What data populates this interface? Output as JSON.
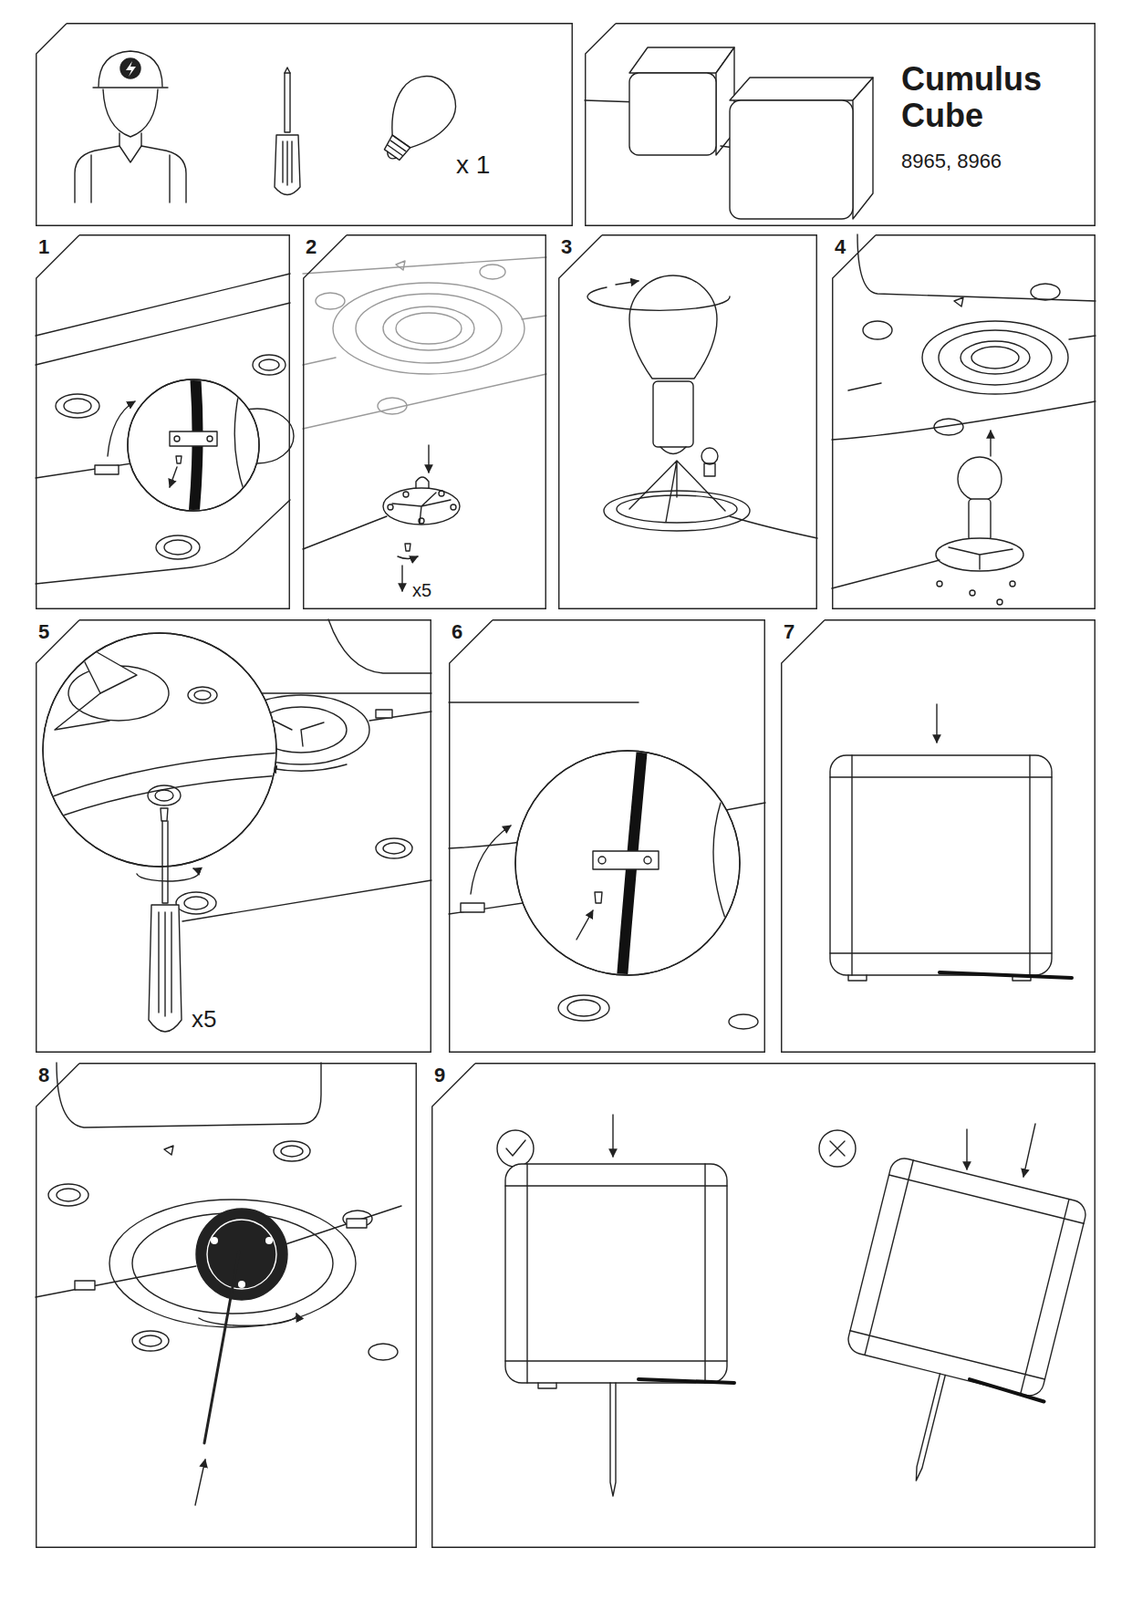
{
  "diagram": {
    "nodes": [
      {
        "text": [
          "x 1"
        ]
      },
      {
        "text": [
          "Cumulus Cube",
          "8965, 8966"
        ]
      },
      {
        "text": [
          "1"
        ]
      },
      {
        "text": [
          "2",
          "x5"
        ]
      },
      {
        "text": [
          "3"
        ]
      },
      {
        "text": [
          "4"
        ]
      },
      {
        "text": [
          "5",
          "x5"
        ]
      },
      {
        "text": [
          "6"
        ]
      },
      {
        "text": [
          "7"
        ]
      },
      {
        "text": [
          "8"
        ]
      },
      {
        "text": [
          "9"
        ]
      }
    ]
  }
}
